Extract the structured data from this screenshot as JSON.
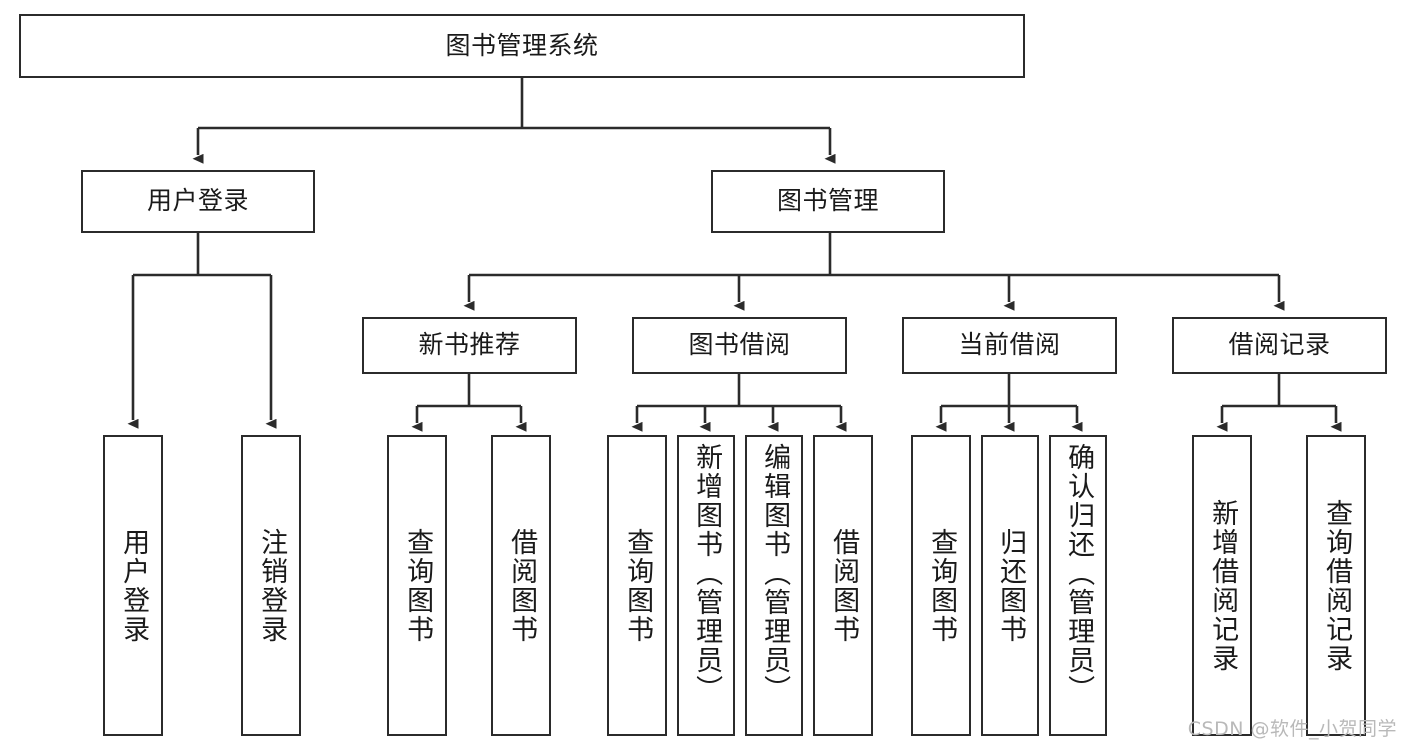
{
  "diagram": {
    "title": "图书管理系统",
    "type": "hierarchy-tree",
    "root": {
      "id": "root",
      "label": "图书管理系统",
      "orientation": "horizontal"
    },
    "level2": [
      {
        "id": "user-login",
        "label": "用户登录",
        "orientation": "horizontal"
      },
      {
        "id": "book-manage",
        "label": "图书管理",
        "orientation": "horizontal"
      }
    ],
    "level3": [
      {
        "id": "new-book-recommend",
        "label": "新书推荐",
        "orientation": "horizontal"
      },
      {
        "id": "book-borrow",
        "label": "图书借阅",
        "orientation": "horizontal"
      },
      {
        "id": "current-borrow",
        "label": "当前借阅",
        "orientation": "horizontal"
      },
      {
        "id": "borrow-record",
        "label": "借阅记录",
        "orientation": "horizontal"
      }
    ],
    "leaves": [
      {
        "id": "leaf-user-login",
        "label": "用户登录",
        "parent": "user-login",
        "orientation": "vertical"
      },
      {
        "id": "leaf-logout-login",
        "label": "注销登录",
        "parent": "user-login",
        "orientation": "vertical"
      },
      {
        "id": "leaf-query-book-1",
        "label": "查询图书",
        "parent": "new-book-recommend",
        "orientation": "vertical"
      },
      {
        "id": "leaf-borrow-book-1",
        "label": "借阅图书",
        "parent": "new-book-recommend",
        "orientation": "vertical"
      },
      {
        "id": "leaf-query-book-2",
        "label": "查询图书",
        "parent": "book-borrow",
        "orientation": "vertical"
      },
      {
        "id": "leaf-add-book",
        "label": "新增图书（管理员）",
        "parent": "book-borrow",
        "orientation": "vertical"
      },
      {
        "id": "leaf-edit-book",
        "label": "编辑图书（管理员）",
        "parent": "book-borrow",
        "orientation": "vertical"
      },
      {
        "id": "leaf-borrow-book-2",
        "label": "借阅图书",
        "parent": "book-borrow",
        "orientation": "vertical"
      },
      {
        "id": "leaf-query-book-3",
        "label": "查询图书",
        "parent": "current-borrow",
        "orientation": "vertical"
      },
      {
        "id": "leaf-return-book",
        "label": "归还图书",
        "parent": "current-borrow",
        "orientation": "vertical"
      },
      {
        "id": "leaf-confirm-return",
        "label": "确认归还（管理员）",
        "parent": "current-borrow",
        "orientation": "vertical"
      },
      {
        "id": "leaf-add-record",
        "label": "新增借阅记录",
        "parent": "borrow-record",
        "orientation": "vertical"
      },
      {
        "id": "leaf-query-record",
        "label": "查询借阅记录",
        "parent": "borrow-record",
        "orientation": "vertical"
      }
    ],
    "colors": {
      "stroke": "#2b2b2b",
      "fill": "#ffffff",
      "text": "#1a1a1a",
      "watermark": "#b9b9b9"
    }
  },
  "watermark": {
    "text": "CSDN @软件_小贺同学"
  }
}
